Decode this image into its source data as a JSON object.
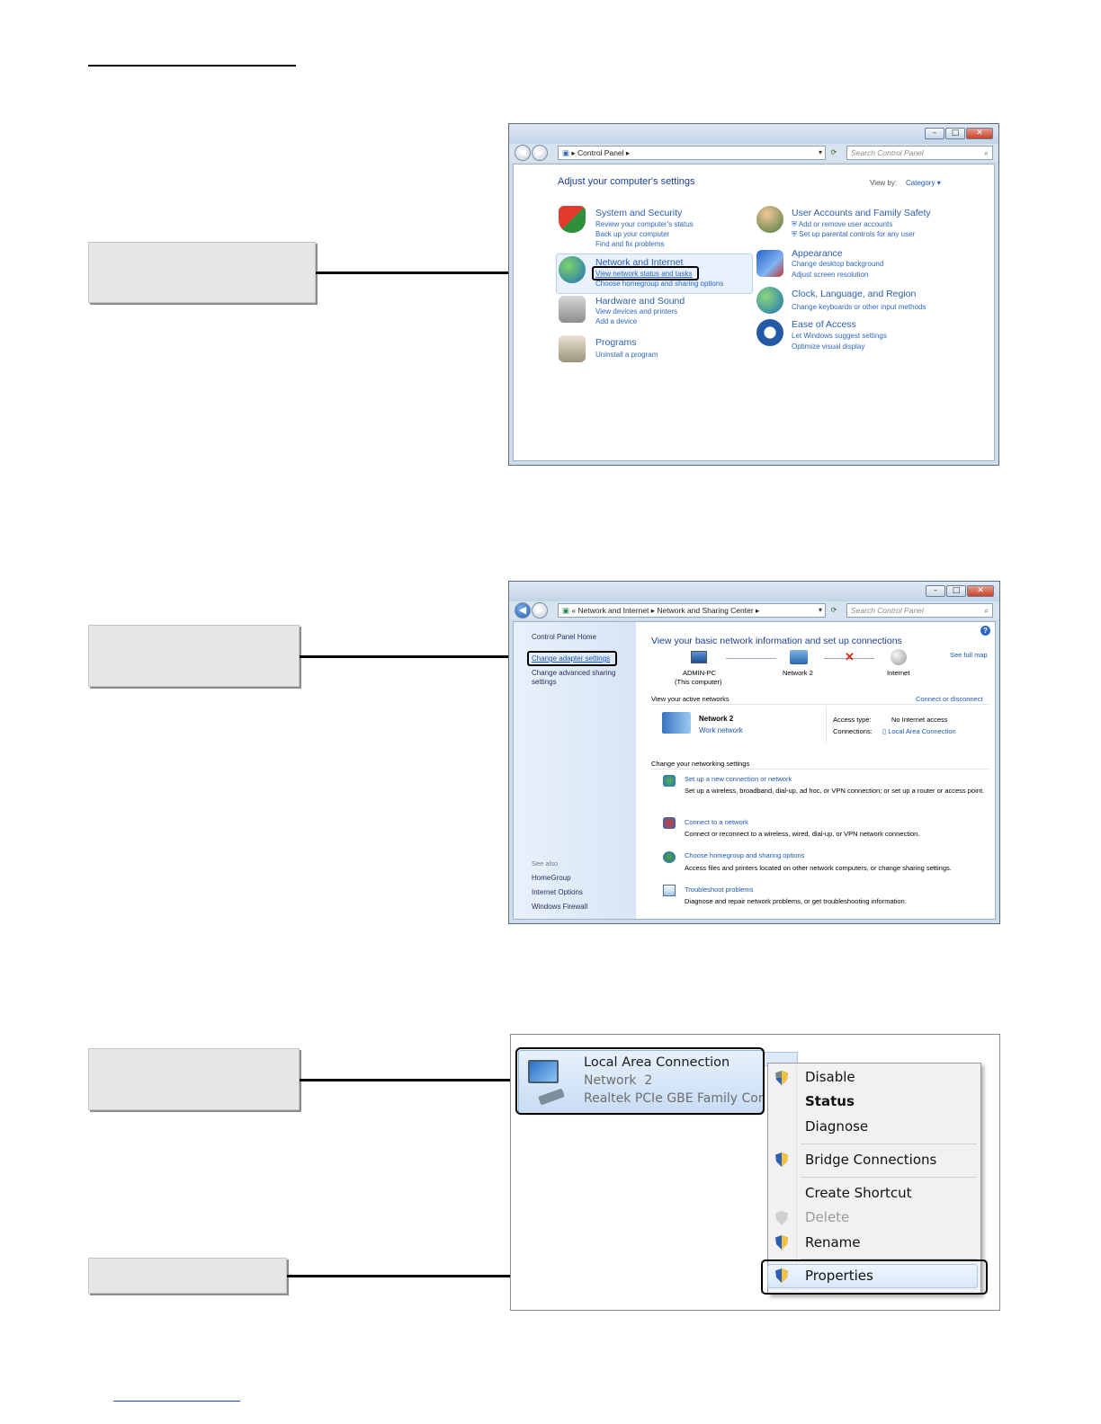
{
  "screen1": {
    "address": {
      "path": [
        "Control Panel"
      ]
    },
    "search_placeholder": "Search Control Panel",
    "heading": "Adjust your computer's settings",
    "view_by_label": "View by:",
    "view_by_value": "Category",
    "categories": [
      {
        "title": "System and Security",
        "links": [
          "Review your computer's status",
          "Back up your computer",
          "Find and fix problems"
        ]
      },
      {
        "title": "Network and Internet",
        "links": [
          "View network status and tasks",
          "Choose homegroup and sharing options"
        ]
      },
      {
        "title": "Hardware and Sound",
        "links": [
          "View devices and printers",
          "Add a device"
        ]
      },
      {
        "title": "Programs",
        "links": [
          "Uninstall a program"
        ]
      },
      {
        "title": "User Accounts and Family Safety",
        "links": [
          "Add or remove user accounts",
          "Set up parental controls for any user"
        ]
      },
      {
        "title": "Appearance",
        "links": [
          "Change desktop background",
          "Adjust screen resolution"
        ]
      },
      {
        "title": "Clock, Language, and Region",
        "links": [
          "Change keyboards or other input methods"
        ]
      },
      {
        "title": "Ease of Access",
        "links": [
          "Let Windows suggest settings",
          "Optimize visual display"
        ]
      }
    ]
  },
  "screen2": {
    "address": {
      "prefix": "«",
      "path": [
        "Network and Internet",
        "Network and Sharing Center"
      ]
    },
    "search_placeholder": "Search Control Panel",
    "sidebar": {
      "home": "Control Panel Home",
      "links": [
        "Change adapter settings",
        "Change advanced sharing settings"
      ],
      "see_also_label": "See also",
      "see_also": [
        "HomeGroup",
        "Internet Options",
        "Windows Firewall"
      ]
    },
    "heading": "View your basic network information and set up connections",
    "see_full_map": "See full map",
    "map": {
      "computer": "ADMIN-PC",
      "computer_sub": "(This computer)",
      "network": "Network  2",
      "internet": "Internet"
    },
    "active_networks_label": "View your active networks",
    "connect_or_disconnect": "Connect or disconnect",
    "network": {
      "name": "Network  2",
      "type": "Work network",
      "access_type_label": "Access type:",
      "access_type_value": "No Internet access",
      "connections_label": "Connections:",
      "connections_value": "Local Area Connection"
    },
    "change_settings_label": "Change your networking settings",
    "tasks": [
      {
        "title": "Set up a new connection or network",
        "desc": "Set up a wireless, broadband, dial-up, ad hoc, or VPN connection; or set up a router or access point."
      },
      {
        "title": "Connect to a network",
        "desc": "Connect or reconnect to a wireless, wired, dial-up, or VPN network connection."
      },
      {
        "title": "Choose homegroup and sharing options",
        "desc": "Access files and printers located on other network computers, or change sharing settings."
      },
      {
        "title": "Troubleshoot problems",
        "desc": "Diagnose and repair network problems, or get troubleshooting information."
      }
    ]
  },
  "screen3": {
    "adapter": {
      "name": "Local Area Connection",
      "network": "Network  2",
      "device": "Realtek PCIe GBE Family Contr"
    },
    "menu": [
      "Disable",
      "Status",
      "Diagnose",
      "Bridge Connections",
      "Create Shortcut",
      "Delete",
      "Rename",
      "Properties"
    ]
  },
  "colors": {
    "link": "#1c57b8",
    "heading": "#1d3d94",
    "highlight_border": "#000000",
    "callout_bg": "#e6e6e6"
  }
}
